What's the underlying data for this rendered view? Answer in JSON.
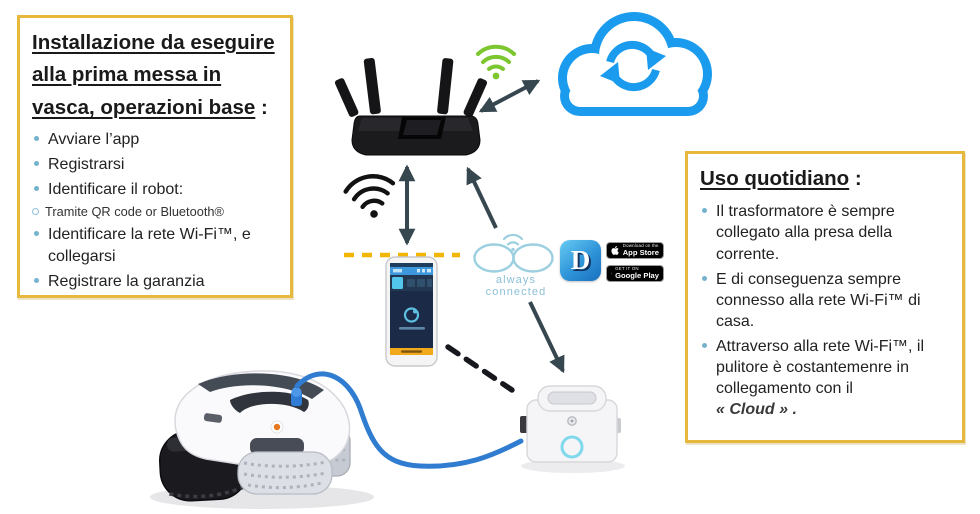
{
  "left_box": {
    "title": "Installazione da eseguire alla prima messa in vasca, operazioni base",
    "title_suffix": " :",
    "items": [
      {
        "text": "Avviare l’app"
      },
      {
        "text": "Registrarsi"
      },
      {
        "text": "Identificare il robot:",
        "sub": "Tramite QR code or Bluetooth®"
      },
      {
        "text": "Identificare la rete Wi-Fi™, e collegarsi"
      },
      {
        "text": "Registrare la garanzia"
      }
    ]
  },
  "right_box": {
    "title": "Uso quotidiano",
    "title_suffix": " :",
    "items": [
      {
        "text": "Il trasformatore è sempre collegato alla presa della corrente."
      },
      {
        "text": "E di conseguenza sempre connesso alla rete Wi-Fi™ di casa."
      },
      {
        "text": "Attraverso alla rete Wi-Fi™, il pulitore è costantemenre in collegamento con il",
        "emphasis": "« Cloud » ."
      }
    ]
  },
  "logo": {
    "text": "always connected"
  },
  "app_icon": {
    "letter": "D"
  },
  "badges": {
    "app_store": {
      "line1": "Download on the",
      "line2": "App Store"
    },
    "google_play": {
      "line1": "GET IT ON",
      "line2": "Google Play"
    }
  },
  "colors": {
    "box_border": "#E6B83B",
    "bullet_blue": "#74B3CE",
    "cloud_blue": "#1B9BEE",
    "wifi_green": "#7CC62F",
    "arrow_dark": "#37474F",
    "dash_yellow": "#F2B705",
    "cable_blue": "#2F7CD0",
    "logo_teal": "#9CCFE0",
    "phone_bar_yellow": "#F2A91C",
    "phone_screen_navy": "#1B2B47"
  }
}
